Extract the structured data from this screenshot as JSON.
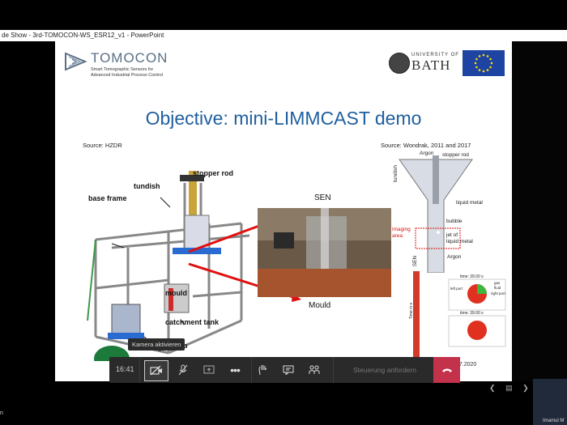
{
  "window": {
    "title": "de Show - 3rd-TOMOCON-WS_ESR12_v1 - PowerPoint"
  },
  "slide": {
    "logo_name": "TOMOCON",
    "logo_sub_line1": "Smart Tomographic Sensors for",
    "logo_sub_line2": "Advanced Industrial Process Control",
    "bath_university": "UNIVERSITY OF",
    "bath_name": "BATH",
    "title": "Objective: mini-LIMMCAST demo",
    "source_left": "Source: HZDR",
    "source_right": "Source: Wondrak, 2011 and 2017",
    "rig_labels": {
      "stopper_rod": "stopper rod",
      "tundish": "tundish",
      "base_frame": "base frame",
      "mould": "mould",
      "catchment_tank": "catchment tank",
      "pump_partial": "p"
    },
    "photo_labels": {
      "sen": "SEN",
      "mould": "Mould"
    },
    "diagram_labels": {
      "argon_top": "Argon",
      "stopper_rod": "stopper rod",
      "tundish": "tundish",
      "liquid_metal": "liquid metal",
      "bubble": "bubble",
      "imaging_area_1": "imaging",
      "imaging_area_2": "area",
      "jet_1": "jet of",
      "jet_2": "liquid metal",
      "sen": "SEN",
      "argon_bottom": "Argon"
    },
    "sim_labels": {
      "time_axis": "Time in s",
      "time1": "time: 39.00 s",
      "time2": "time: 39.00 s",
      "gas": "gas",
      "fluid": "fluid",
      "left_port": "left port",
      "right_port": "right port"
    },
    "date_partial": "07.2020"
  },
  "toolbar": {
    "time": "16:41",
    "tooltip": "Kamera aktivieren",
    "request_control": "Steuerung anfordern"
  },
  "participant": {
    "name": "Imamul M"
  },
  "bottom_left_partial": "n",
  "colors": {
    "title_blue": "#1f5fa0",
    "hangup_red": "#c4314b",
    "eu_blue": "#1d44a2",
    "arrow_red": "#e01010"
  }
}
